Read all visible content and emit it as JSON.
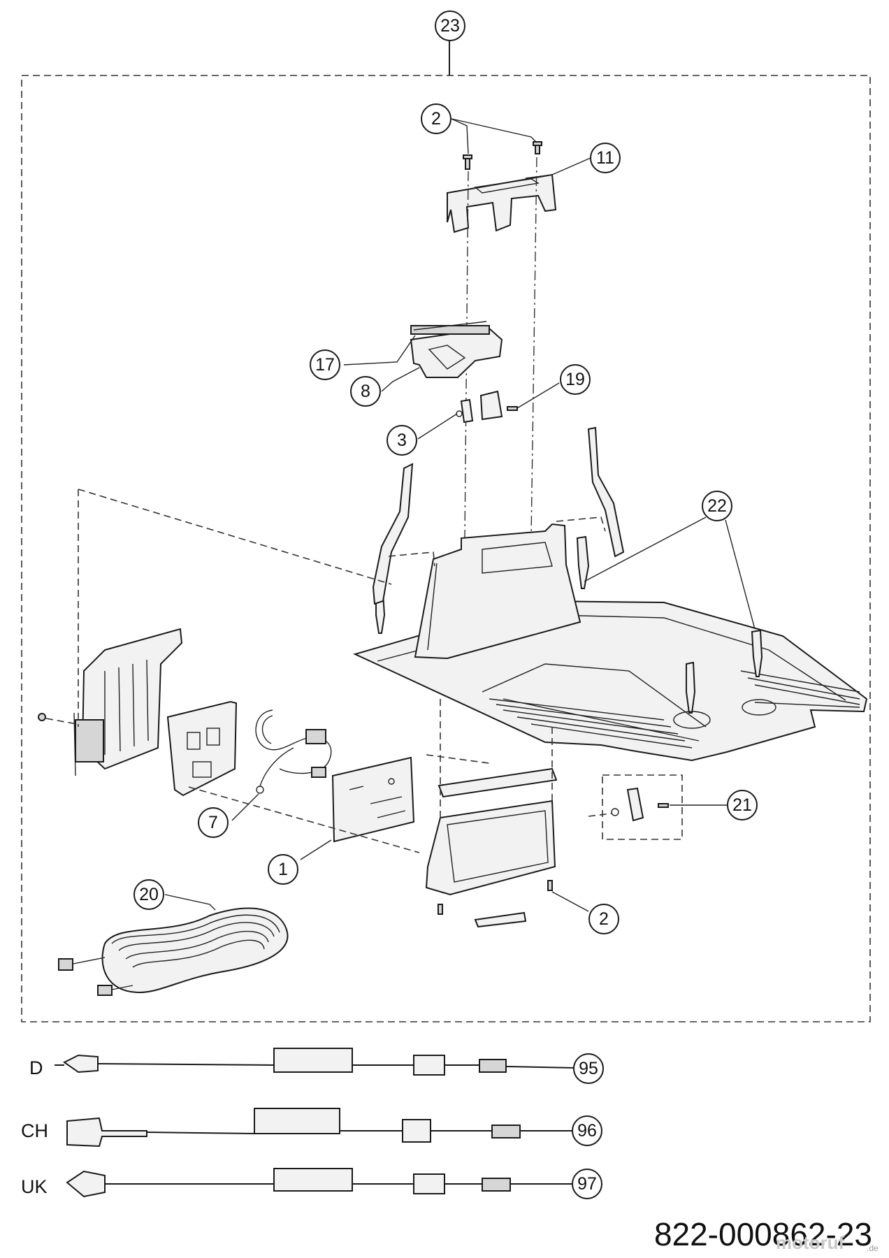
{
  "callouts": {
    "c23": "23",
    "c2_top": "2",
    "c11": "11",
    "c17": "17",
    "c8": "8",
    "c19": "19",
    "c3": "3",
    "c22": "22",
    "c7": "7",
    "c1": "1",
    "c21": "21",
    "c20": "20",
    "c2_bottom": "2",
    "c95": "95",
    "c96": "96",
    "c97": "97"
  },
  "variants": {
    "d": "D",
    "ch": "CH",
    "uk": "UK"
  },
  "drawing_number": "822-000862-23",
  "watermark": {
    "brand": "motoruf",
    "suffix": ".de"
  }
}
